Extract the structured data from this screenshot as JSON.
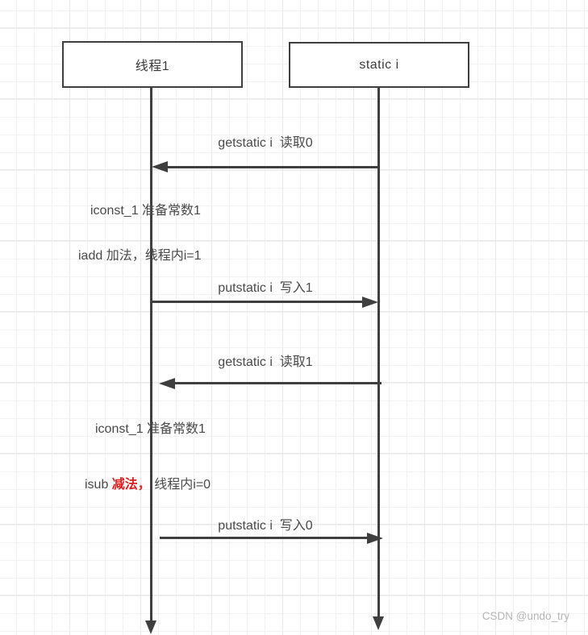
{
  "colors": {
    "line": "#3f3f3f",
    "text": "#4a4a4a",
    "highlight": "#e02020",
    "watermark": "#b5b5b5",
    "grid-minor": "#f2f2f2",
    "grid-major": "#e8e8e8"
  },
  "actors": [
    {
      "id": "thread1",
      "label": "线程1"
    },
    {
      "id": "static-i",
      "label": "static i"
    }
  ],
  "messages": [
    {
      "label": "getstatic i  读取0",
      "from": "static-i",
      "to": "thread1",
      "direction": "left"
    },
    {
      "label": "putstatic i  写入1",
      "from": "thread1",
      "to": "static-i",
      "direction": "right"
    },
    {
      "label": "getstatic i  读取1",
      "from": "static-i",
      "to": "thread1",
      "direction": "left"
    },
    {
      "label": "putstatic i  写入0",
      "from": "thread1",
      "to": "static-i",
      "direction": "right"
    }
  ],
  "notes": [
    {
      "text": "iconst_1 准备常数1"
    },
    {
      "text": "iadd 加法，线程内i=1"
    },
    {
      "text": "iconst_1 准备常数1"
    },
    {
      "parts": [
        {
          "text": "isub "
        },
        {
          "text": "减法，",
          "highlight": true
        },
        {
          "text": " 线程内i=0"
        }
      ]
    }
  ],
  "watermark": "CSDN @undo_try"
}
